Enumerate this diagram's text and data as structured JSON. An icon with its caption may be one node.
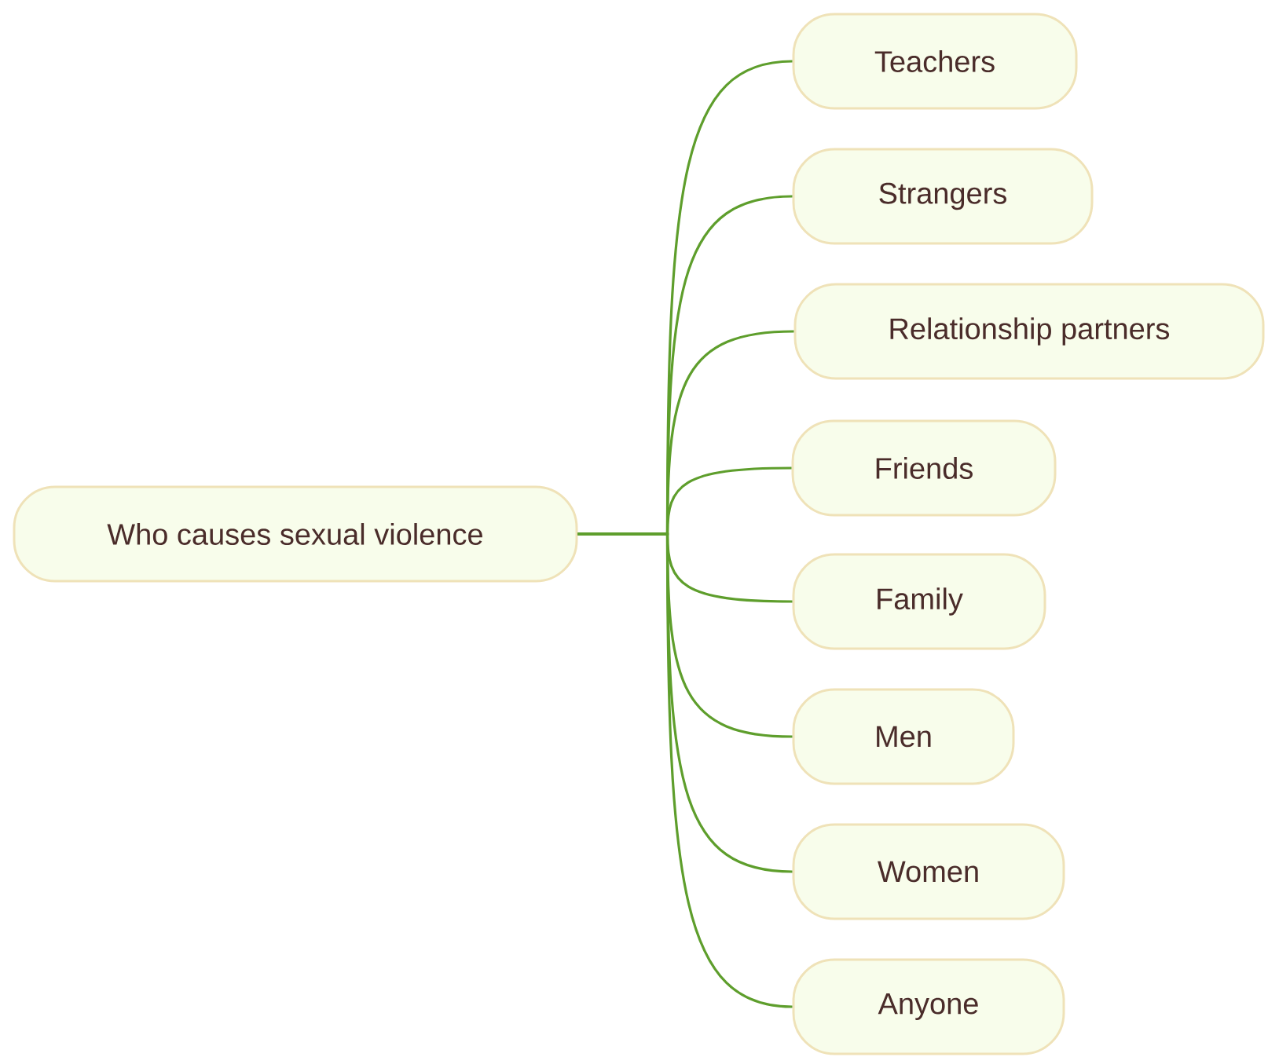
{
  "diagram": {
    "nodes": [
      {
        "text": [
          "Who causes sexual violence"
        ]
      },
      {
        "text": [
          "Teachers"
        ]
      },
      {
        "text": [
          "Strangers"
        ]
      },
      {
        "text": [
          "Relationship partners"
        ]
      },
      {
        "text": [
          "Friends"
        ]
      },
      {
        "text": [
          "Family"
        ]
      },
      {
        "text": [
          "Men"
        ]
      },
      {
        "text": [
          "Women"
        ]
      },
      {
        "text": [
          "Anyone"
        ]
      }
    ],
    "edges": [
      {
        "from": 0,
        "to": 1,
        "arrow": "none"
      },
      {
        "from": 0,
        "to": 2,
        "arrow": "none"
      },
      {
        "from": 0,
        "to": 3,
        "arrow": "none"
      },
      {
        "from": 0,
        "to": 4,
        "arrow": "none"
      },
      {
        "from": 0,
        "to": 5,
        "arrow": "none"
      },
      {
        "from": 0,
        "to": 6,
        "arrow": "none"
      },
      {
        "from": 0,
        "to": 7,
        "arrow": "none"
      },
      {
        "from": 0,
        "to": 8,
        "arrow": "none"
      }
    ]
  }
}
